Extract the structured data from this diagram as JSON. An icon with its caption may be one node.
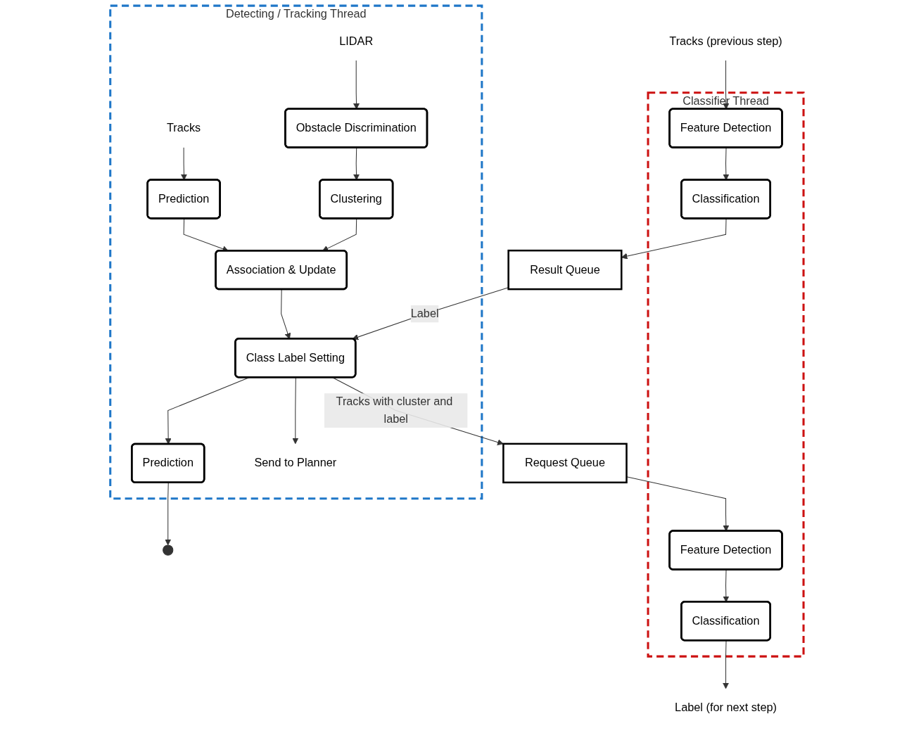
{
  "diagram": {
    "nodes": [
      {
        "text": [
          "Detecting / Tracking Thread"
        ]
      },
      {
        "text": [
          "LIDAR"
        ],
        "in": 0
      },
      {
        "text": [
          "Tracks"
        ],
        "in": 0
      },
      {
        "text": [
          "Obstacle Discrimination"
        ],
        "in": 0
      },
      {
        "text": [
          "Prediction"
        ],
        "in": 0
      },
      {
        "text": [
          "Clustering"
        ],
        "in": 0
      },
      {
        "text": [
          "Association & Update"
        ],
        "in": 0
      },
      {
        "text": [
          "Class Label Setting"
        ],
        "in": 0
      },
      {
        "text": [
          "Send to Planner"
        ],
        "in": 0
      },
      {
        "text": [
          "Prediction"
        ],
        "in": 0
      },
      {
        "text": [
          "Classifier Thread"
        ]
      },
      {
        "text": [
          "Feature Detection"
        ],
        "in": 10
      },
      {
        "text": [
          "Classification"
        ],
        "in": 10
      },
      {
        "text": [
          "Feature Detection"
        ],
        "in": 10
      },
      {
        "text": [
          "Classification"
        ],
        "in": 10
      },
      {
        "text": [
          "Tracks (previous step)"
        ]
      },
      {
        "text": [
          "Result Queue"
        ]
      },
      {
        "text": [
          "Request Queue"
        ]
      },
      {
        "text": [
          "Label (for next step)"
        ]
      }
    ],
    "edges": [
      {
        "from": 1,
        "to": 3,
        "arrow": "to"
      },
      {
        "from": 2,
        "to": 4,
        "arrow": "to"
      },
      {
        "from": 3,
        "to": 5,
        "arrow": "to"
      },
      {
        "from": 4,
        "to": 6,
        "arrow": "to"
      },
      {
        "from": 5,
        "to": 6,
        "arrow": "to"
      },
      {
        "from": 6,
        "to": 7,
        "arrow": "to"
      },
      {
        "from": 15,
        "to": 11,
        "arrow": "to"
      },
      {
        "from": 11,
        "to": 12,
        "arrow": "to"
      },
      {
        "from": 12,
        "to": 16,
        "arrow": "to"
      },
      {
        "from": 16,
        "to": 7,
        "arrow": "to",
        "label": "Label"
      },
      {
        "from": 7,
        "to": 17,
        "arrow": "to",
        "label": "Tracks with cluster and label"
      },
      {
        "from": 7,
        "to": 8,
        "arrow": "to"
      },
      {
        "from": 7,
        "to": 9,
        "arrow": "to"
      },
      {
        "from": 17,
        "to": 13,
        "arrow": "to"
      },
      {
        "from": 13,
        "to": 14,
        "arrow": "to"
      },
      {
        "from": 14,
        "to": 18,
        "arrow": "to"
      },
      {
        "from": 9,
        "to": null,
        "arrow": "to"
      }
    ]
  }
}
